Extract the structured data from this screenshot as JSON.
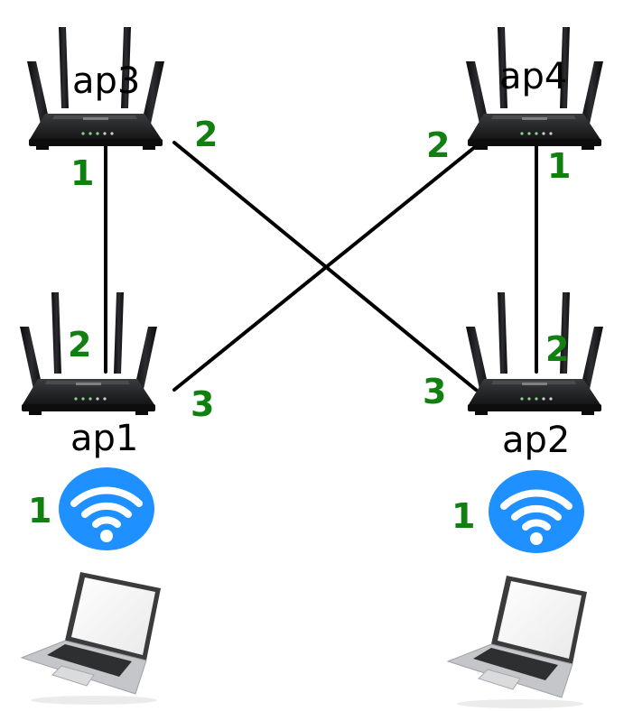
{
  "colors": {
    "port_label": "#118011",
    "wifi_badge": "#1e90ff",
    "router_body": "#1d1e20",
    "link": "#000000"
  },
  "access_points": [
    {
      "id": "ap3",
      "label": "ap3"
    },
    {
      "id": "ap4",
      "label": "ap4"
    },
    {
      "id": "ap1",
      "label": "ap1"
    },
    {
      "id": "ap2",
      "label": "ap2"
    }
  ],
  "port_labels": {
    "ap3_port1": "1",
    "ap3_port2": "2",
    "ap4_port2": "2",
    "ap4_port1": "1",
    "ap1_port2": "2",
    "ap1_port3": "3",
    "ap2_port3": "3",
    "ap2_port2": "2",
    "ap1_wifi_port1": "1",
    "ap2_wifi_port1": "1"
  },
  "links": [
    {
      "from": "ap3",
      "to": "ap1"
    },
    {
      "from": "ap3",
      "to": "ap2"
    },
    {
      "from": "ap4",
      "to": "ap1"
    },
    {
      "from": "ap4",
      "to": "ap2"
    }
  ],
  "icons": {
    "router": "router-icon",
    "wifi": "wifi-icon",
    "laptop": "laptop-icon"
  }
}
